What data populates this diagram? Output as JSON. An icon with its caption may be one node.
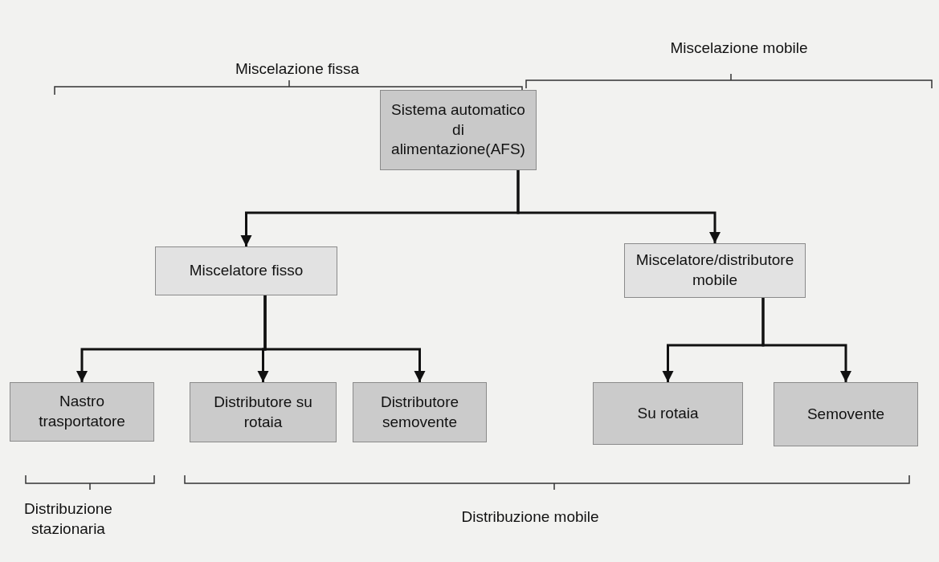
{
  "diagram": {
    "nodes": [
      {
        "text": [
          "Sistema automatico di alimentazione(AFS)"
        ]
      },
      {
        "text": [
          "Miscelatore fisso"
        ]
      },
      {
        "text": [
          "Miscelatore/distributore mobile"
        ]
      },
      {
        "text": [
          "Nastro trasportatore"
        ]
      },
      {
        "text": [
          "Distributore su rotaia"
        ]
      },
      {
        "text": [
          "Distributore semovente"
        ]
      },
      {
        "text": [
          "Su rotaia"
        ]
      },
      {
        "text": [
          "Semovente"
        ]
      }
    ],
    "edges": [
      {
        "from": 0,
        "to": 1,
        "arrow": "to"
      },
      {
        "from": 0,
        "to": 2,
        "arrow": "to"
      },
      {
        "from": 1,
        "to": 3,
        "arrow": "to"
      },
      {
        "from": 1,
        "to": 4,
        "arrow": "to"
      },
      {
        "from": 1,
        "to": 5,
        "arrow": "to"
      },
      {
        "from": 2,
        "to": 6,
        "arrow": "to"
      },
      {
        "from": 2,
        "to": 7,
        "arrow": "to"
      }
    ],
    "labels": [
      "Miscelazione mobile",
      "Miscelazione fissa",
      "Distribuzione stazionaria",
      "Distribuzione mobile"
    ]
  }
}
